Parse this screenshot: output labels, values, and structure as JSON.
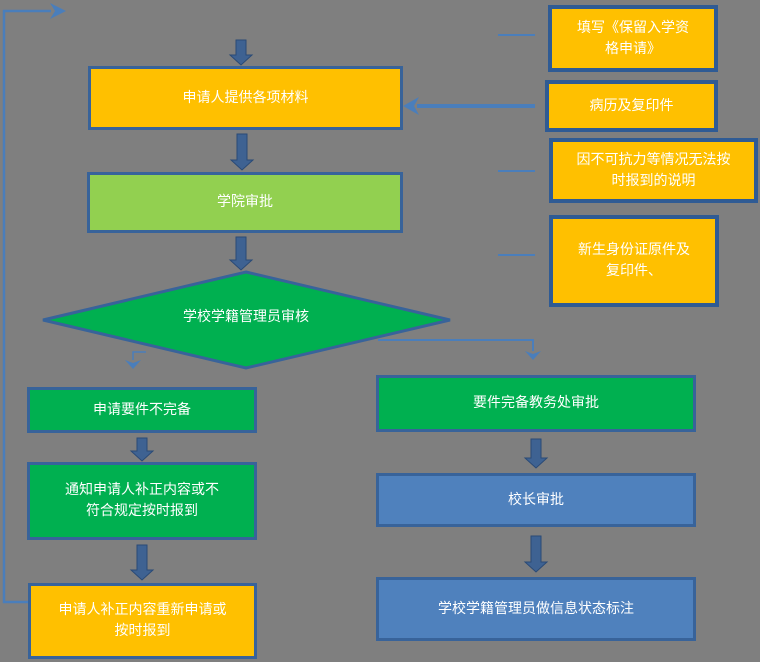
{
  "diagram": {
    "type": "flowchart",
    "background": "#7F7F7F",
    "palette": {
      "orange_fill": "#FFC000",
      "light_green_fill": "#92D050",
      "green_fill": "#00B050",
      "blue_fill": "#4F81BD",
      "shape_border": "#38639A",
      "attachment_border": "#2F5B94",
      "block_arrow_fill": "#3E6292",
      "connector_line": "#4A7EBB",
      "text_color": "#FFFFFF"
    },
    "nodes": {
      "provide_materials": {
        "label": "申请人提供各项材料",
        "fill": "#FFC000",
        "shape": "rect"
      },
      "college_approval": {
        "label": "学院审批",
        "fill": "#92D050",
        "shape": "rect"
      },
      "registrar_review": {
        "label": "学校学籍管理员审核",
        "fill": "#00B050",
        "shape": "diamond"
      },
      "incomplete": {
        "label": "申请要件不完备",
        "fill": "#00B050",
        "shape": "rect"
      },
      "notify_correct": {
        "label": "通知申请人补正内容或不符合规定按时报到",
        "fill": "#00B050",
        "shape": "rect"
      },
      "resubmit": {
        "label": "申请人补正内容重新申请或按时报到",
        "fill": "#FFC000",
        "shape": "rect"
      },
      "complete_approval": {
        "label": "要件完备教务处审批",
        "fill": "#00B050",
        "shape": "rect"
      },
      "principal_approval": {
        "label": "校长审批",
        "fill": "#4F81BD",
        "shape": "rect"
      },
      "registrar_mark": {
        "label": "学校学籍管理员做信息状态标注",
        "fill": "#4F81BD",
        "shape": "rect"
      }
    },
    "attachments": {
      "fill_application": {
        "label": "填写《保留入学资格申请》",
        "fill": "#FFC000"
      },
      "medical_record": {
        "label": "病历及复印件",
        "fill": "#FFC000"
      },
      "force_majeure_note": {
        "label": "因不可抗力等情况无法按时报到的说明",
        "fill": "#FFC000"
      },
      "id_card": {
        "label": "新生身份证原件及复印件、",
        "fill": "#FFC000"
      }
    },
    "edges": [
      {
        "from": "start",
        "to": "provide_materials",
        "style": "block-arrow"
      },
      {
        "from": "provide_materials",
        "to": "college_approval",
        "style": "block-arrow"
      },
      {
        "from": "college_approval",
        "to": "registrar_review",
        "style": "block-arrow"
      },
      {
        "from": "registrar_review",
        "to": "incomplete",
        "style": "thin-elbow"
      },
      {
        "from": "registrar_review",
        "to": "complete_approval",
        "style": "thin-elbow"
      },
      {
        "from": "incomplete",
        "to": "notify_correct",
        "style": "block-arrow"
      },
      {
        "from": "notify_correct",
        "to": "resubmit",
        "style": "block-arrow"
      },
      {
        "from": "resubmit",
        "to": "start",
        "style": "thin-loop"
      },
      {
        "from": "complete_approval",
        "to": "principal_approval",
        "style": "block-arrow"
      },
      {
        "from": "principal_approval",
        "to": "registrar_mark",
        "style": "block-arrow"
      },
      {
        "from": "medical_record",
        "to": "provide_materials",
        "style": "thin-arrow"
      }
    ]
  }
}
